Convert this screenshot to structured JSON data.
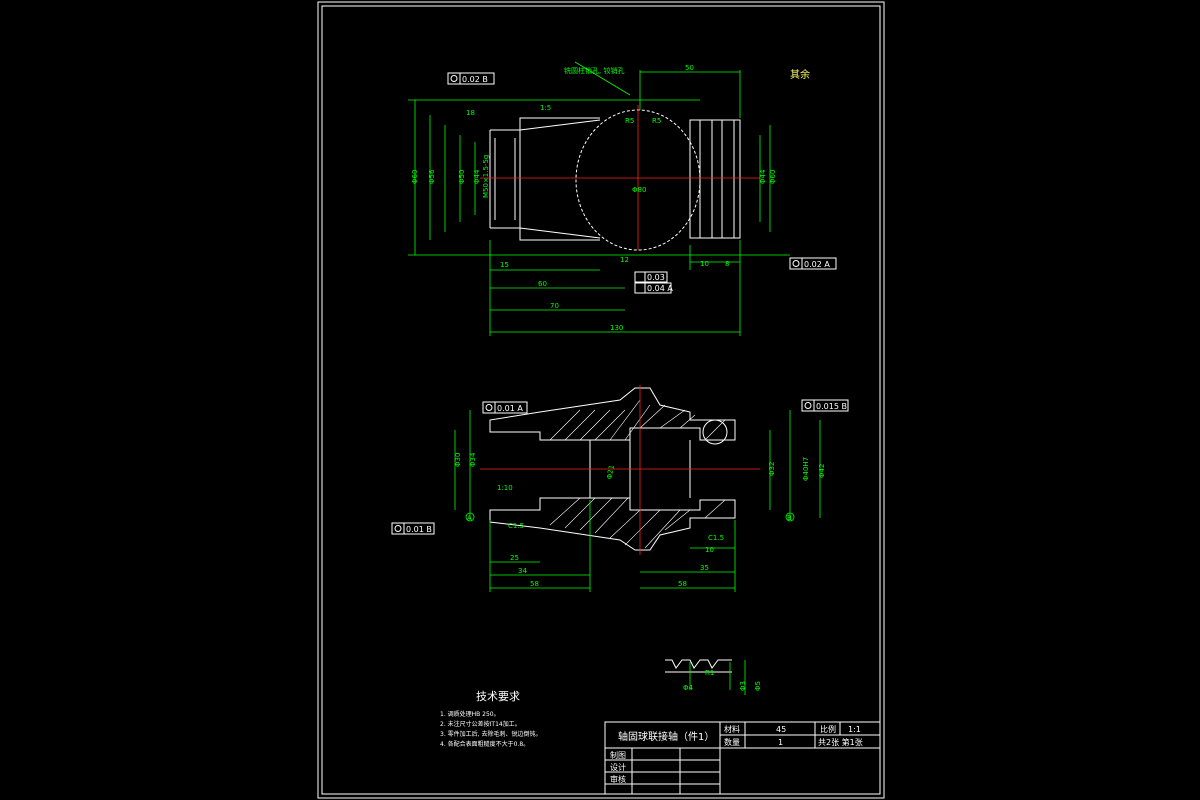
{
  "colors": {
    "background": "#000000",
    "outline": "#ffffff",
    "dimension": "#00ff00",
    "centerline": "#ff2020",
    "note": "#ffff66"
  },
  "roughness_note": "其余",
  "top_view": {
    "tol_left": "0.02 B",
    "tol_right": "0.02 A",
    "tol_flat": "0.03",
    "tol_pos": "0.04 A",
    "note_top": "铣圆柱销孔, 铰销孔",
    "dims": {
      "len50": "50",
      "d50": "Φ50",
      "d60": "Φ60",
      "m50": "M50×1.5-5g",
      "d44": "Φ44",
      "d56": "Φ56",
      "d60r": "Φ60",
      "l15": "15",
      "l12": "12",
      "l18": "18",
      "l60": "60",
      "l70": "70",
      "l130": "130",
      "l10": "10",
      "l8": "8",
      "r5": "R5",
      "bevel": "1:5",
      "sphere": "Φ80"
    }
  },
  "section_view": {
    "tol_top_left": "0.01 A",
    "tol_top_right": "0.015 B",
    "tol_bottom_left": "0.01 B",
    "datum_a": "A",
    "datum_b": "B",
    "dims": {
      "d30": "Φ30",
      "d32": "Φ32",
      "d34": "Φ34",
      "d40": "Φ40H7",
      "d42": "Φ42",
      "d21": "Φ21",
      "ratio": "1:10",
      "c15a": "C1.5",
      "c15b": "C1.5",
      "l25": "25",
      "l34": "34",
      "l58": "58",
      "l10": "10",
      "l35": "35",
      "l58b": "58"
    }
  },
  "detail": {
    "dims": [
      "Φ4",
      "R1",
      "Φ3",
      "Φ5"
    ]
  },
  "tech_req": {
    "title": "技术要求",
    "items": [
      "1. 调质处理HB 250。",
      "2. 未注尺寸公差按IT14加工。",
      "3. 零件加工后, 去除毛刺、锐边倒钝。",
      "4. 各配合表面粗糙度不大于0.8。"
    ]
  },
  "title_block": {
    "part_name": "轴固球联接轴（件1）",
    "material_label": "材料",
    "material": "45",
    "scale_label": "比例",
    "scale": "1:1",
    "qty_label": "数量",
    "qty": "1",
    "sheets": "共2张 第1张",
    "drawn_label": "制图",
    "design_label": "设计",
    "check_label": "审核"
  }
}
